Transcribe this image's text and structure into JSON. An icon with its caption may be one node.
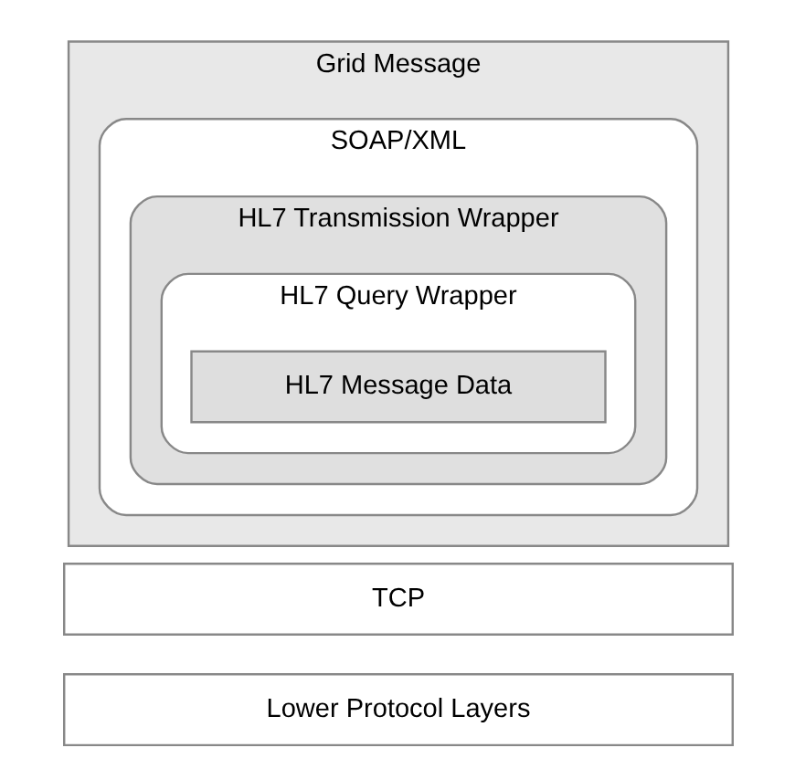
{
  "diagram": {
    "nodes": [
      {
        "text": [
          "Grid Message"
        ]
      },
      {
        "text": [
          "SOAP/XML"
        ],
        "in": 0
      },
      {
        "text": [
          "HL7 Transmission Wrapper"
        ],
        "in": 1
      },
      {
        "text": [
          "HL7 Query Wrapper"
        ],
        "in": 2
      },
      {
        "text": [
          "HL7 Message Data"
        ],
        "in": 3
      },
      {
        "text": [
          "TCP"
        ]
      },
      {
        "text": [
          "Lower Protocol Layers"
        ]
      }
    ]
  }
}
